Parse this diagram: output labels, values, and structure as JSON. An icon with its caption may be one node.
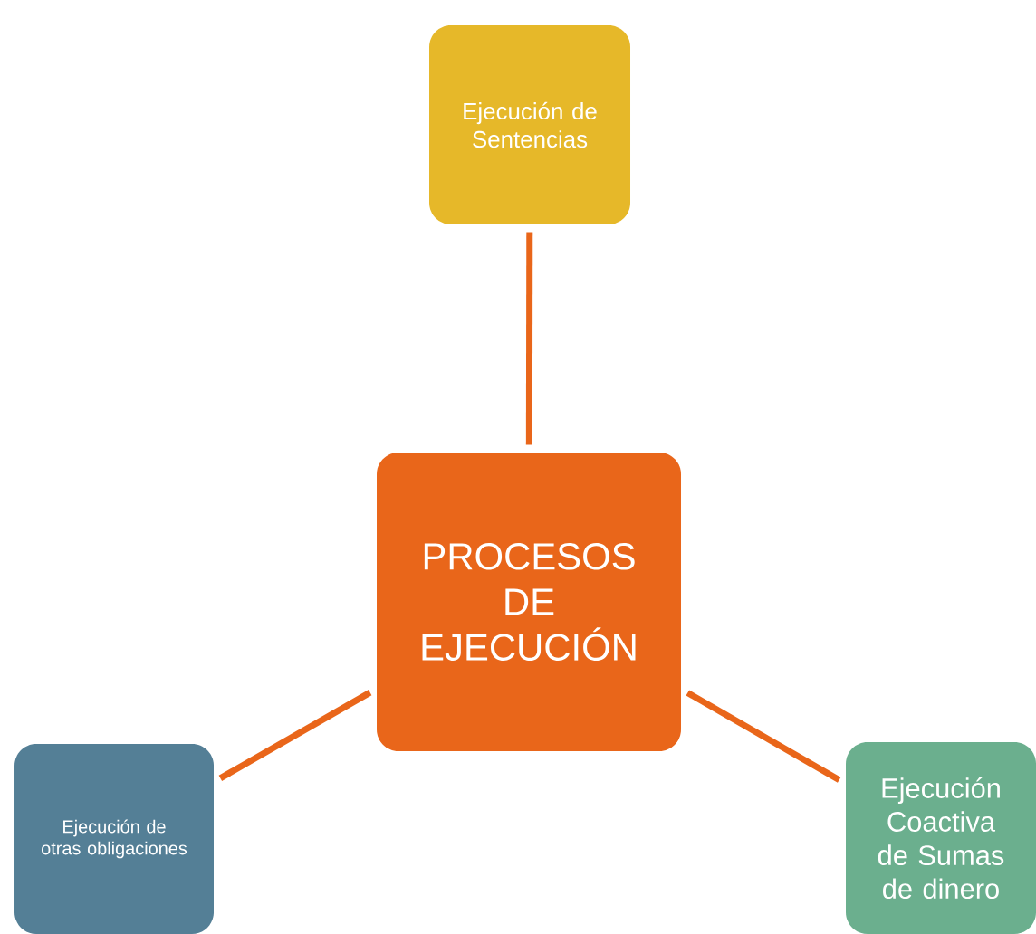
{
  "diagram": {
    "nodes": [
      {
        "text": [
          "PROCESOS DE EJECUCIÓN"
        ]
      },
      {
        "text": [
          "Ejecución de Sentencias"
        ]
      },
      {
        "text": [
          "Ejecución de otras obligaciones"
        ]
      },
      {
        "text": [
          "Ejecución Coactiva de Sumas de dinero"
        ]
      }
    ],
    "edges": [
      {
        "from": 0,
        "to": 1,
        "arrow": "none"
      },
      {
        "from": 0,
        "to": 2,
        "arrow": "none"
      },
      {
        "from": 0,
        "to": 3,
        "arrow": "none"
      }
    ]
  }
}
